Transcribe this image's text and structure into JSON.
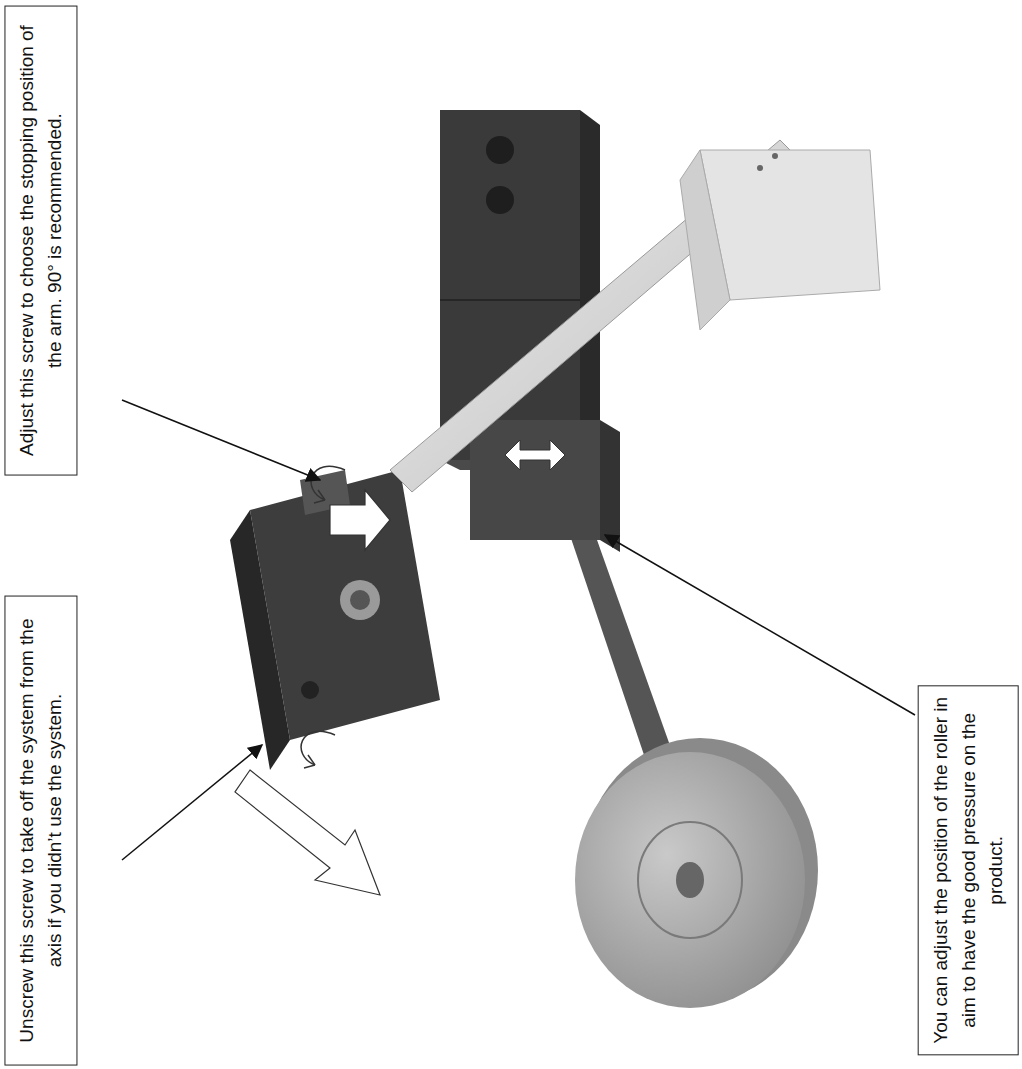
{
  "diagram": {
    "nodes": [
      {
        "text": [
          "Adjust this screw to choose the stopping position of the arm. 90° is recommended."
        ]
      },
      {
        "text": [
          "Unscrew this screw to take off the system from the axis if you didn’t use the system."
        ]
      },
      {
        "text": [
          "You can adjust the position of the roller in aim to have the good pressure on the product."
        ]
      }
    ]
  }
}
